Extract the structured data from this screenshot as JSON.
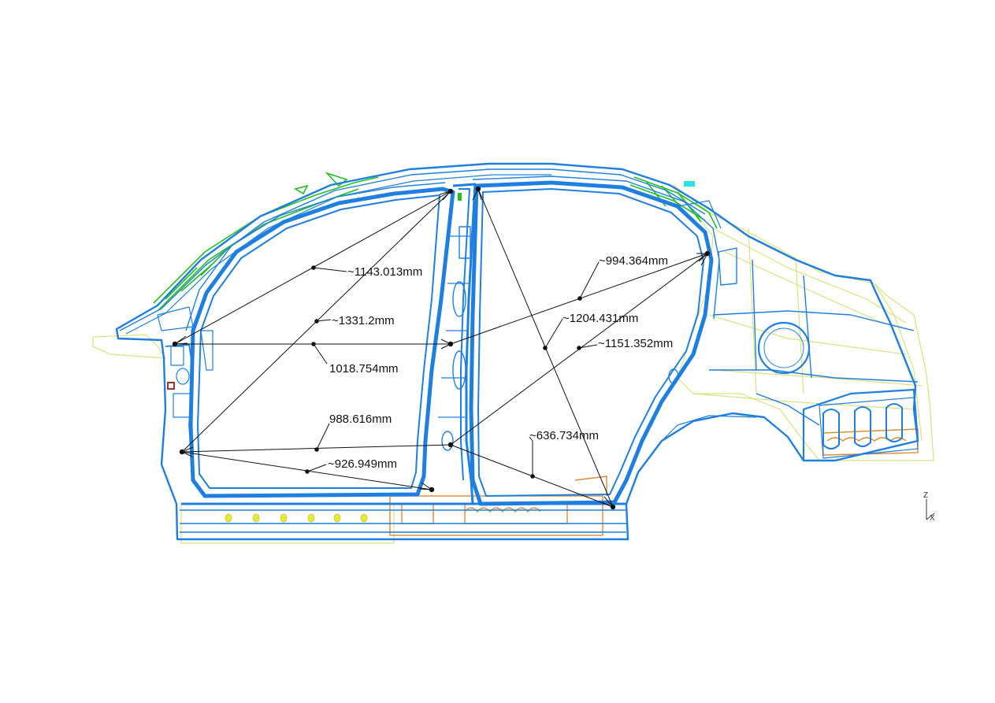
{
  "measurements": [
    {
      "id": "m1",
      "text": "~1143.013mm"
    },
    {
      "id": "m2",
      "text": "~1331.2mm"
    },
    {
      "id": "m3",
      "text": "1018.754mm"
    },
    {
      "id": "m4",
      "text": "988.616mm"
    },
    {
      "id": "m5",
      "text": "~926.949mm"
    },
    {
      "id": "m6",
      "text": "~994.364mm"
    },
    {
      "id": "m7",
      "text": "~1204.431mm"
    },
    {
      "id": "m8",
      "text": "~1151.352mm"
    },
    {
      "id": "m9",
      "text": "~636.734mm"
    }
  ],
  "axis_triad": {
    "z": "Z",
    "x": "X"
  },
  "colors": {
    "body_outline": "#1f7fe0",
    "body_outline_light": "#49a9f0",
    "reinforcement_green": "#22c01f",
    "inner_panel_yellow": "#dde89a",
    "sill_orange": "#e08a30",
    "dimension_line": "#111111",
    "background": "#ffffff"
  }
}
